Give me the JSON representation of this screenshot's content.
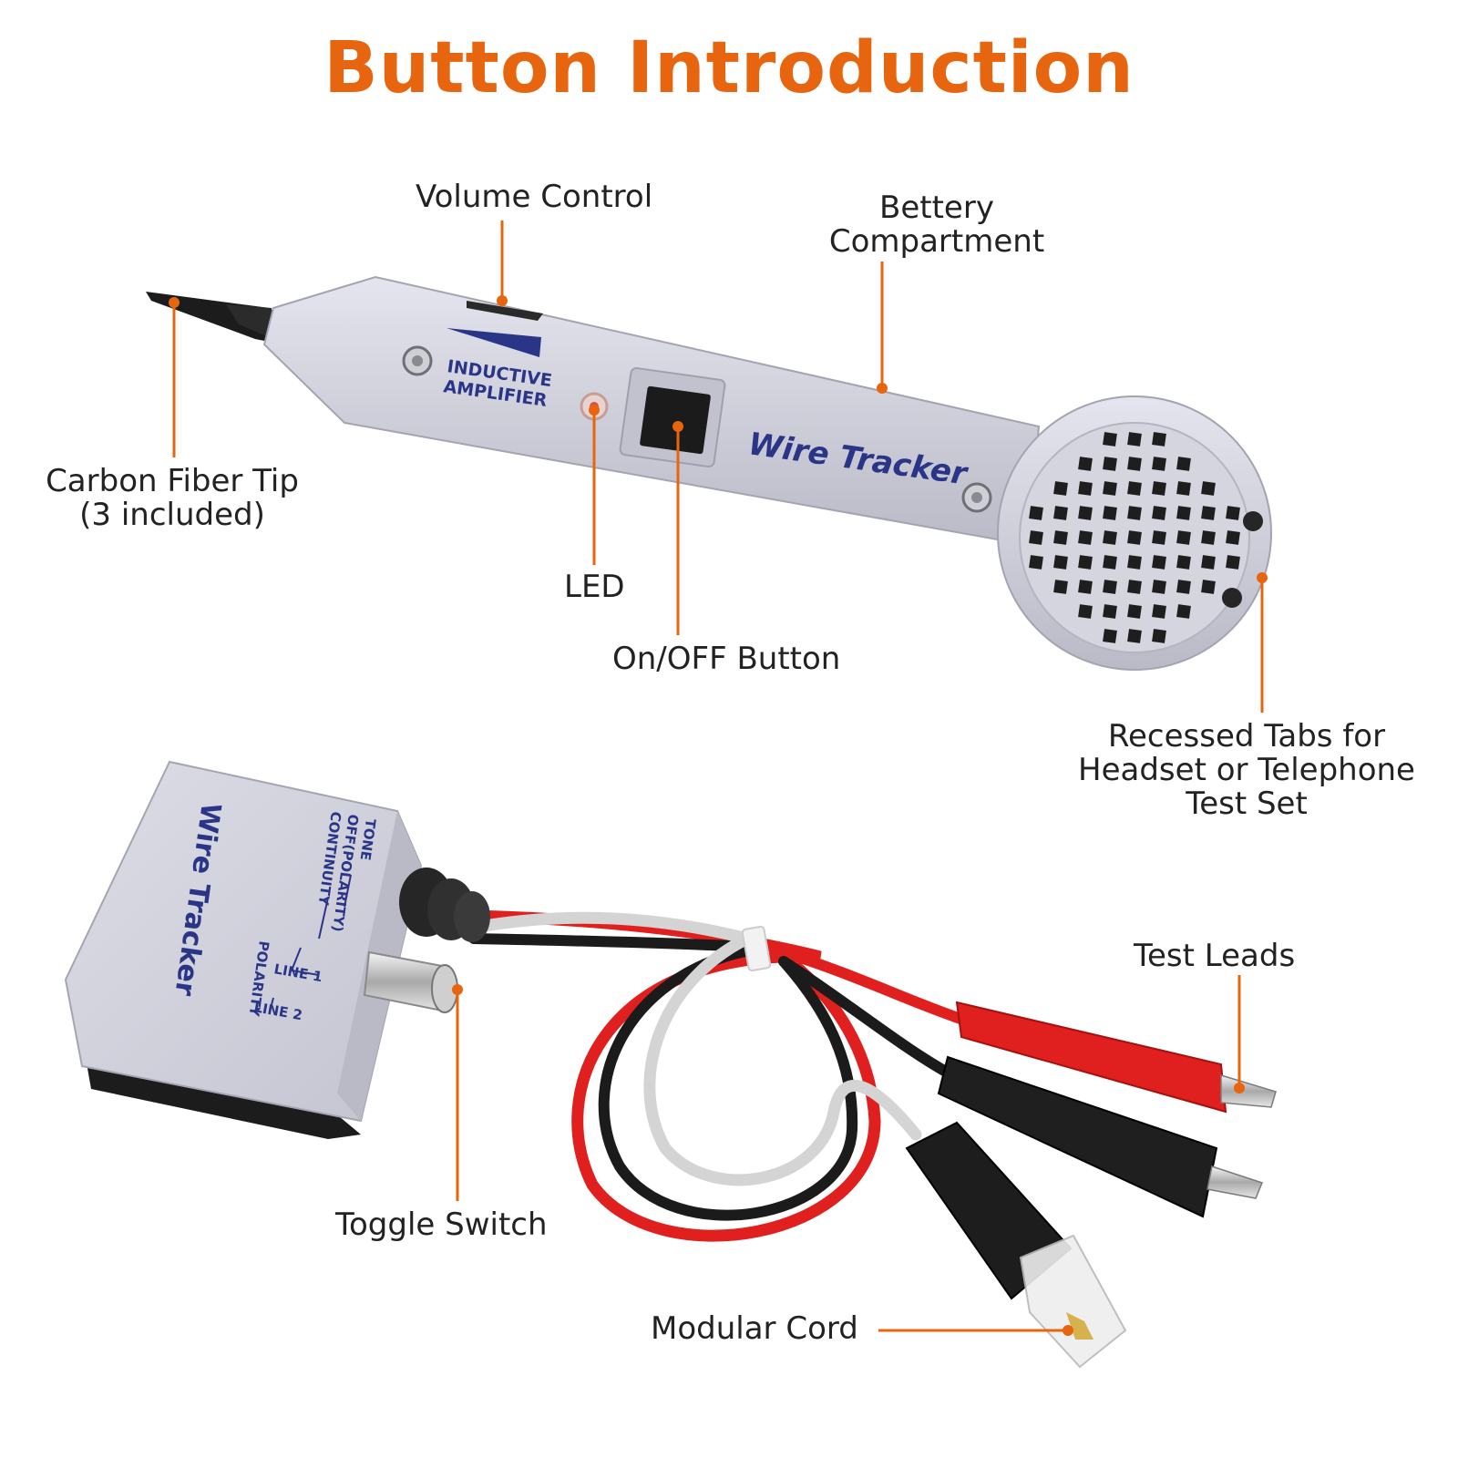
{
  "title": "Button Introduction",
  "colors": {
    "accent": "#e8650f",
    "device_body": "#d2d3dd",
    "device_label_blue": "#2b3587",
    "lead_red": "#e0201e",
    "lead_black": "#1b1b1b",
    "wire_white": "#d4d4d4"
  },
  "device_text": {
    "probe_inductive": "INDUCTIVE",
    "probe_amplifier": "AMPLIFIER",
    "probe_brand": "Wire Tracker",
    "generator_brand": "Wire Tracker",
    "switch_tone": "TONE",
    "switch_off_polarity": "OFF(POLARITY)",
    "switch_continuity": "CONTINUITY",
    "switch_polarity": "POLARITY",
    "switch_line1": "LINE 1",
    "switch_line2": "LINE 2"
  },
  "labels": {
    "volume_control": "Volume Control",
    "battery_line1": "Bettery",
    "battery_line2": "Compartment",
    "carbon_line1": "Carbon Fiber Tip",
    "carbon_line2": "(3 included)",
    "led": "LED",
    "onoff_button": "On/OFF Button",
    "recessed_line1": "Recessed Tabs for",
    "recessed_line2": "Headset or Telephone",
    "recessed_line3": "Test Set",
    "test_leads": "Test Leads",
    "toggle_switch": "Toggle Switch",
    "modular_cord": "Modular Cord"
  }
}
